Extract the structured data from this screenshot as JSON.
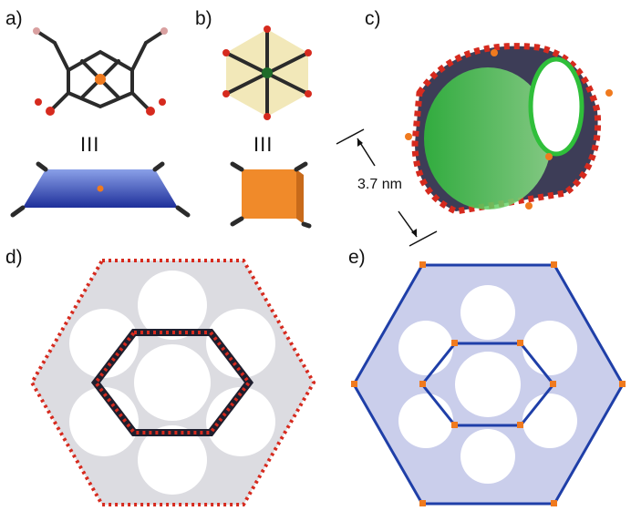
{
  "panels": {
    "a": "a)",
    "b": "b)",
    "c": "c)",
    "d": "d)",
    "e": "e)"
  },
  "equivalence_a": "III",
  "equivalence_b": "III",
  "dimension_label": "3.7 nm",
  "colors": {
    "carbon": "#2b2b2b",
    "oxygen": "#d62a1e",
    "metal": "#f07a1e",
    "porphyrin_plane": "#2a3cb0",
    "cluster_box": "#f08a2a",
    "channel": "#2fbf3a",
    "topology_blue": "#1f3fa8"
  }
}
